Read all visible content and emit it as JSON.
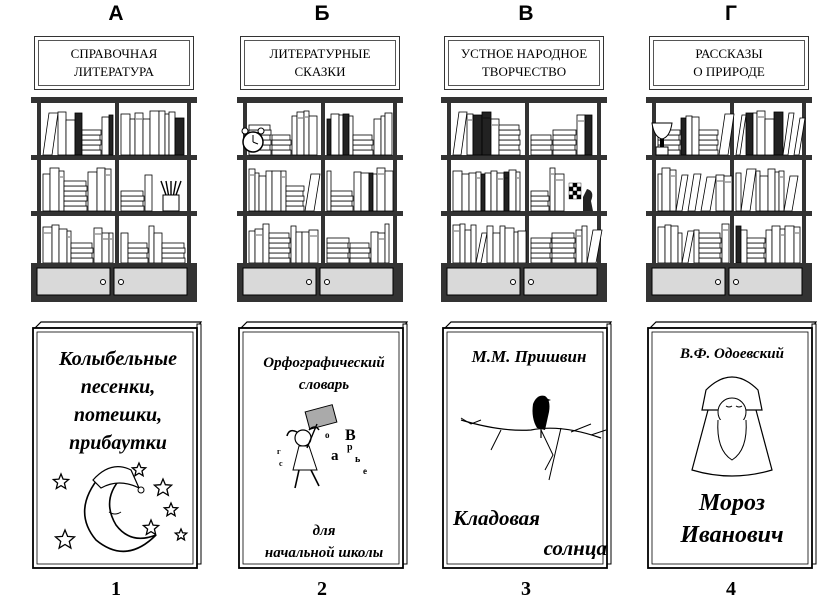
{
  "columns": [
    {
      "letter": "А",
      "sign": "СПРАВОЧНАЯ\nЛИТЕРАТУРА",
      "shelf_decor": "pencil-cup",
      "book_title": "Колыбельные\nпесенки,\nпотешки,\nприбаутки",
      "cover_art": "moon-and-stars",
      "number": "1"
    },
    {
      "letter": "Б",
      "sign": "ЛИТЕРАТУРНЫЕ\nСКАЗКИ",
      "shelf_decor": "alarm-clock",
      "book_title": "Орфографический\nсловарь",
      "book_subtitle": "для\nначальной школы",
      "cover_art": "girl-with-letters",
      "number": "2"
    },
    {
      "letter": "В",
      "sign": "УСТНОЕ  НАРОДНОЕ\nТВОРЧЕСТВО",
      "shelf_decor": "chess-pieces",
      "book_author": "М.М. Пришвин",
      "book_title": "Кладовая",
      "book_title2": "солнца",
      "cover_art": "bird-on-branch",
      "number": "3"
    },
    {
      "letter": "Г",
      "sign": "РАССКАЗЫ\nО ПРИРОДЕ",
      "shelf_decor": "trophy-cup",
      "book_author": "В.Ф. Одоевский",
      "book_title": "Мороз\nИванович",
      "cover_art": "old-man-frost",
      "number": "4"
    }
  ],
  "colors": {
    "shelf_frame": "#333333",
    "cabinet": "#d9d9d9",
    "outline": "#000000"
  }
}
